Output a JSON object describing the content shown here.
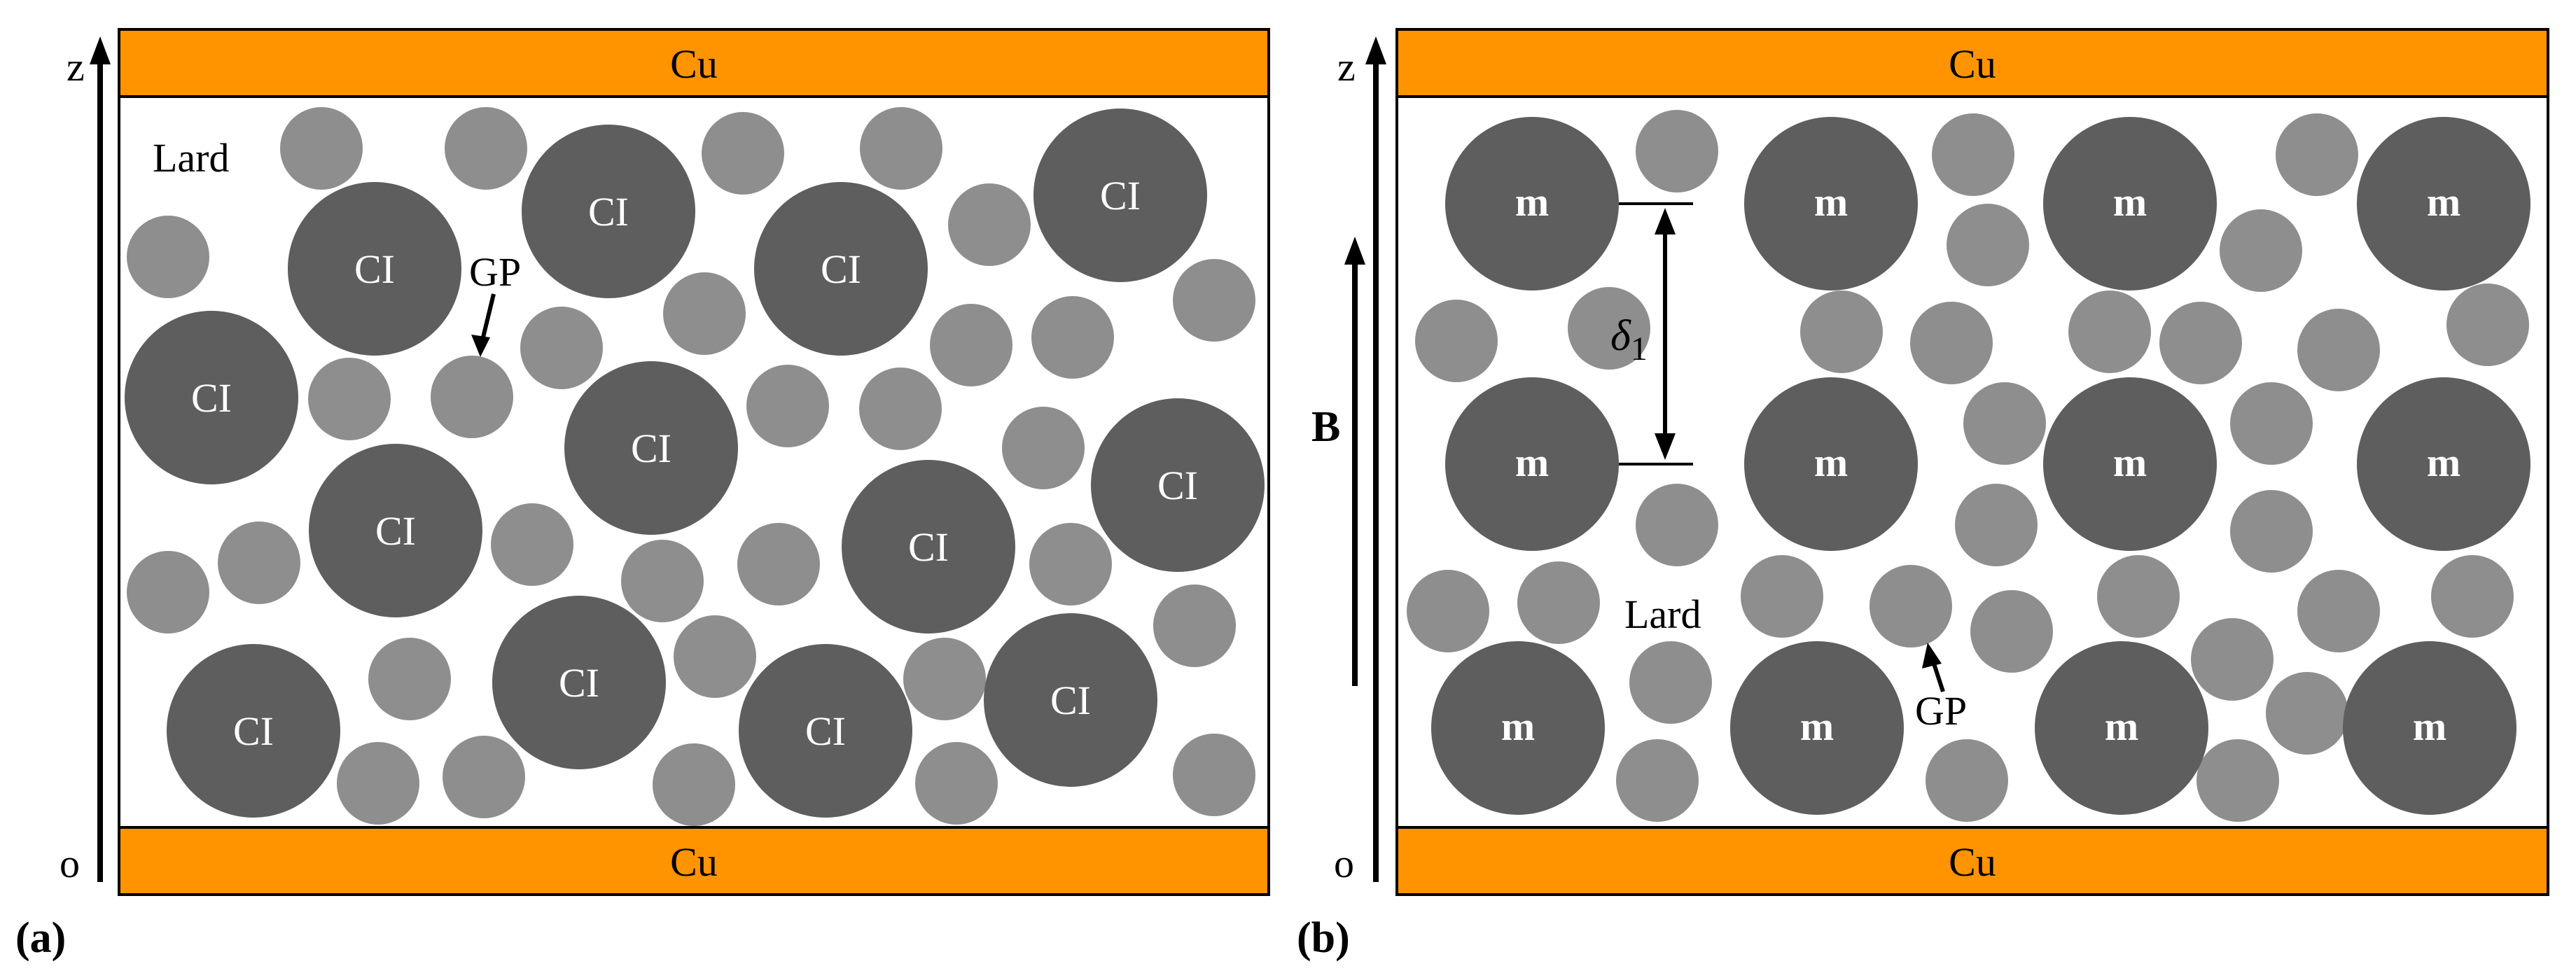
{
  "colors": {
    "copper": "#FF9400",
    "large_particle": "#5E5E5E",
    "small_particle": "#8E8E8E",
    "line": "#000000"
  },
  "panel_a": {
    "panel_label": "(a)",
    "copper_top_label": "Cu",
    "copper_bottom_label": "Cu",
    "axis_top_label": "z",
    "axis_origin_label": "o",
    "matrix_label": "Lard",
    "gp_label": "GP",
    "ci_label": "CI"
  },
  "panel_b": {
    "panel_label": "(b)",
    "copper_top_label": "Cu",
    "copper_bottom_label": "Cu",
    "axis_top_label": "z",
    "axis_origin_label": "o",
    "matrix_label": "Lard",
    "gp_label": "GP",
    "m_label": "m",
    "field_label": "B",
    "gap_symbol": "δ",
    "gap_subscript": "1"
  }
}
